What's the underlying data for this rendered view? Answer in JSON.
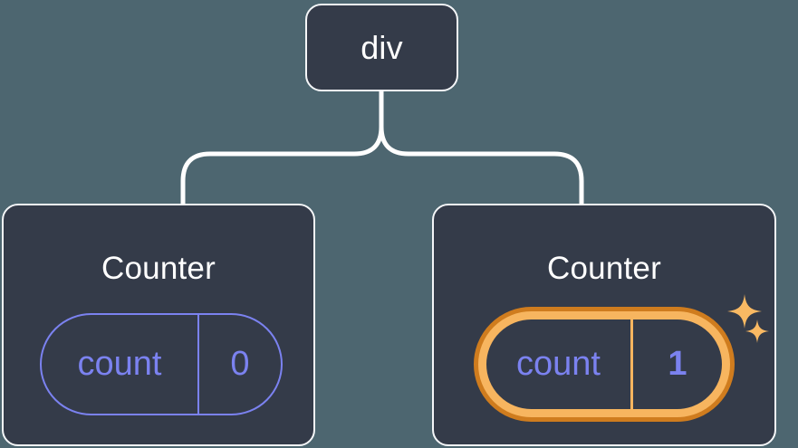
{
  "diagram": {
    "type": "component-tree",
    "background_color": "#4d6670",
    "node_fill_color": "#343b49",
    "node_border_color": "#f4f6f8",
    "edge_color": "#ffffff",
    "accent_purple": "#7b82f0",
    "highlight_outer_orange": "#cf7c1e",
    "highlight_inner_amber": "#f7b55f",
    "root": {
      "label": "div"
    },
    "children": [
      {
        "label": "Counter",
        "highlighted": false,
        "state": {
          "key": "count",
          "value": "0"
        }
      },
      {
        "label": "Counter",
        "highlighted": true,
        "state": {
          "key": "count",
          "value": "1"
        },
        "sparkles": [
          {
            "name": "sparkle-large-icon"
          },
          {
            "name": "sparkle-small-icon"
          }
        ]
      }
    ]
  }
}
